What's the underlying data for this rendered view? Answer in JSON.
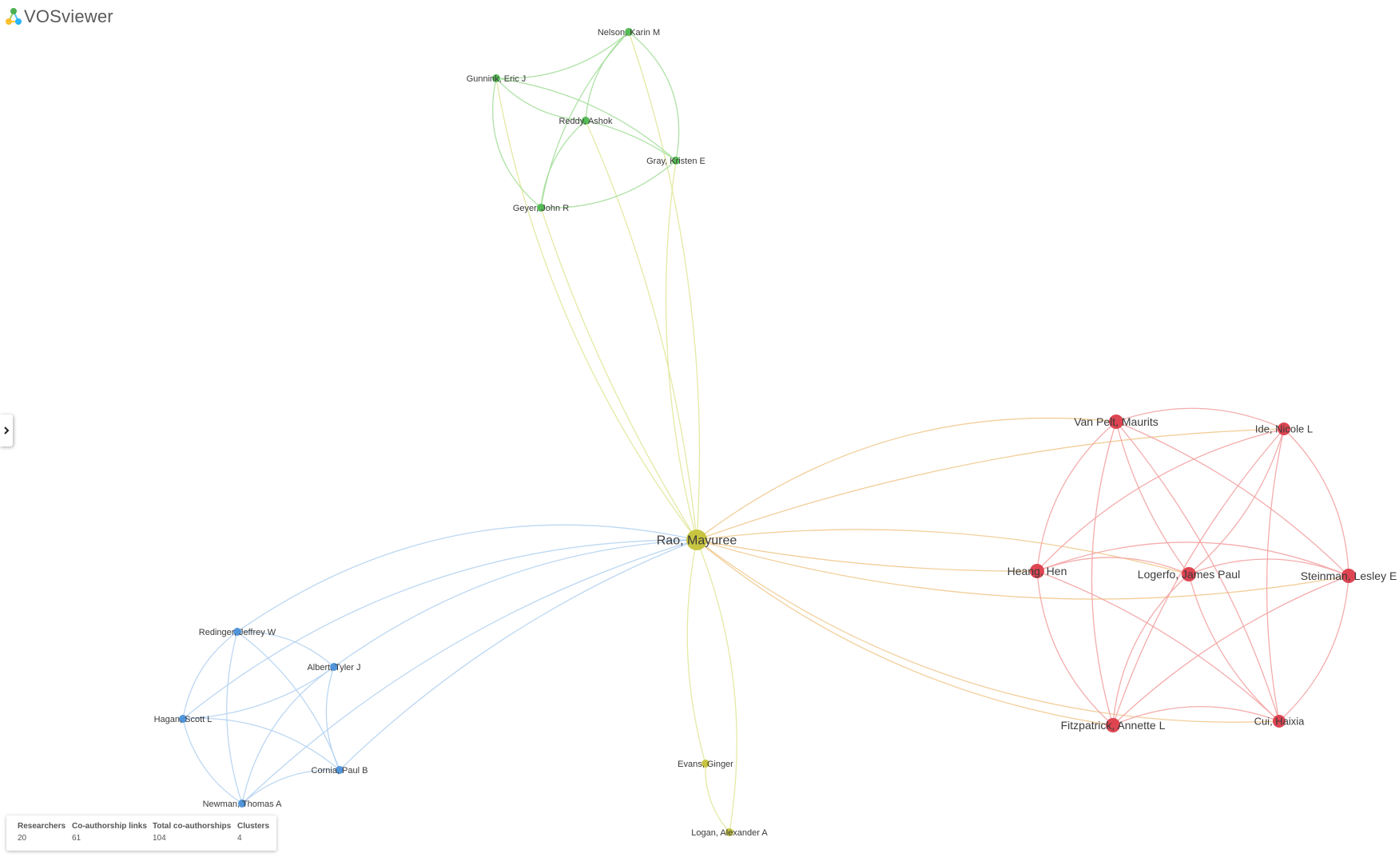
{
  "app": {
    "title": "VOSviewer"
  },
  "colors": {
    "yellow": "#c4c238",
    "green": "#4fb84f",
    "blue": "#4a90d9",
    "red": "#dc3c4a",
    "edge_yellow": "#e2e79a",
    "edge_green": "#a6df9c",
    "edge_blue": "#b5d3f1",
    "edge_red": "#f3a3a3",
    "edge_orange": "#f1c98e"
  },
  "network": {
    "nodes": [
      {
        "id": "rao",
        "label": "Rao, Mayuree",
        "cluster": "yellow"
      },
      {
        "id": "evans",
        "label": "Evans, Ginger",
        "cluster": "yellow"
      },
      {
        "id": "logan",
        "label": "Logan, Alexander A",
        "cluster": "yellow"
      },
      {
        "id": "nelson",
        "label": "Nelson, Karin M",
        "cluster": "green"
      },
      {
        "id": "gunnink",
        "label": "Gunnink, Eric J",
        "cluster": "green"
      },
      {
        "id": "reddy",
        "label": "Reddy, Ashok",
        "cluster": "green"
      },
      {
        "id": "gray",
        "label": "Gray, Kristen E",
        "cluster": "green"
      },
      {
        "id": "geyer",
        "label": "Geyer, John R",
        "cluster": "green"
      },
      {
        "id": "redinger",
        "label": "Redinger, Jeffrey W",
        "cluster": "blue"
      },
      {
        "id": "albert",
        "label": "Albert, Tyler J",
        "cluster": "blue"
      },
      {
        "id": "hagan",
        "label": "Hagan, Scott L",
        "cluster": "blue"
      },
      {
        "id": "cornia",
        "label": "Cornia, Paul B",
        "cluster": "blue"
      },
      {
        "id": "newman",
        "label": "Newman, Thomas A",
        "cluster": "blue"
      },
      {
        "id": "vanpelt",
        "label": "Van Pelt, Maurits",
        "cluster": "red"
      },
      {
        "id": "ide",
        "label": "Ide, Nicole L",
        "cluster": "red"
      },
      {
        "id": "heang",
        "label": "Heang, Hen",
        "cluster": "red"
      },
      {
        "id": "logerfo",
        "label": "Logerfo, James Paul",
        "cluster": "red"
      },
      {
        "id": "steinman",
        "label": "Steinman, Lesley E",
        "cluster": "red"
      },
      {
        "id": "fitzpatrick",
        "label": "Fitzpatrick, Annette L",
        "cluster": "red"
      },
      {
        "id": "cui",
        "label": "Cui, Haixia",
        "cluster": "red"
      }
    ]
  },
  "stats": {
    "researchers_label": "Researchers",
    "researchers_value": "20",
    "links_label": "Co-authorship links",
    "links_value": "61",
    "total_label": "Total co-authorships",
    "total_value": "104",
    "clusters_label": "Clusters",
    "clusters_value": "4"
  }
}
